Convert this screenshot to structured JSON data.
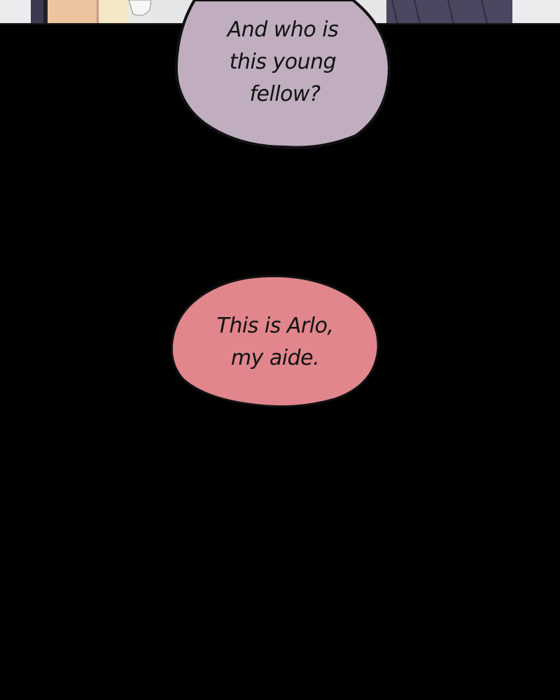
{
  "bubbles": {
    "top": {
      "lines": [
        "And who is",
        "this young",
        "fellow?"
      ],
      "fill": "#c0aec0"
    },
    "bottom": {
      "lines": [
        "This is Arlo,",
        "my aide."
      ],
      "fill": "#e0868c"
    }
  },
  "colors": {
    "background": "#000000",
    "outline": "#111111"
  }
}
